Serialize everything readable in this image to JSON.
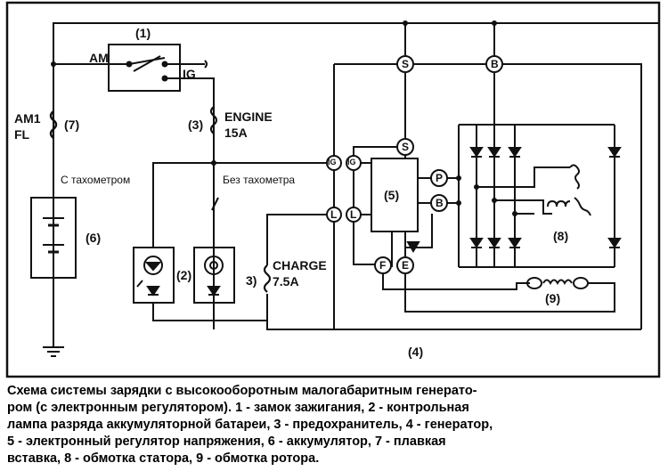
{
  "labels": {
    "component_1": "(1)",
    "am": "AM",
    "ig": "IG",
    "am1": "AM1",
    "fl": "FL",
    "fuse_7": "(7)",
    "fuse_3_engine": "(3)",
    "engine": "ENGINE",
    "engine_rating": "15A",
    "with_tachometer": "С тахометром",
    "without_tachometer": "Без тахометра",
    "battery_6": "(6)",
    "lamp_2": "(2)",
    "fuse_3_charge": "3)",
    "charge": "CHARGE",
    "charge_rating": "7.5A",
    "regulator_5": "(5)",
    "stator_8": "(8)",
    "rotor_9": "(9)",
    "generator_4": "(4)",
    "term_s_top": "S",
    "term_b_top": "B",
    "term_s_reg": "S",
    "term_ig_1": "IG",
    "term_ig_2": "IG",
    "term_l_1": "L",
    "term_l_2": "L",
    "term_p": "P",
    "term_b_reg": "B",
    "term_f": "F",
    "term_e": "E"
  },
  "caption": [
    "Схема системы зарядки с высокооборотным малогабаритным генерато-",
    "ром (с электронным регулятором). 1 - замок зажигания, 2 - контрольная",
    "лампа разряда аккумуляторной батареи, 3 - предохранитель, 4 - генератор,",
    "5 - электронный регулятор напряжения, 6 - аккумулятор, 7 - плавкая",
    "вставка, 8 - обмотка статора, 9 - обмотка ротора."
  ]
}
